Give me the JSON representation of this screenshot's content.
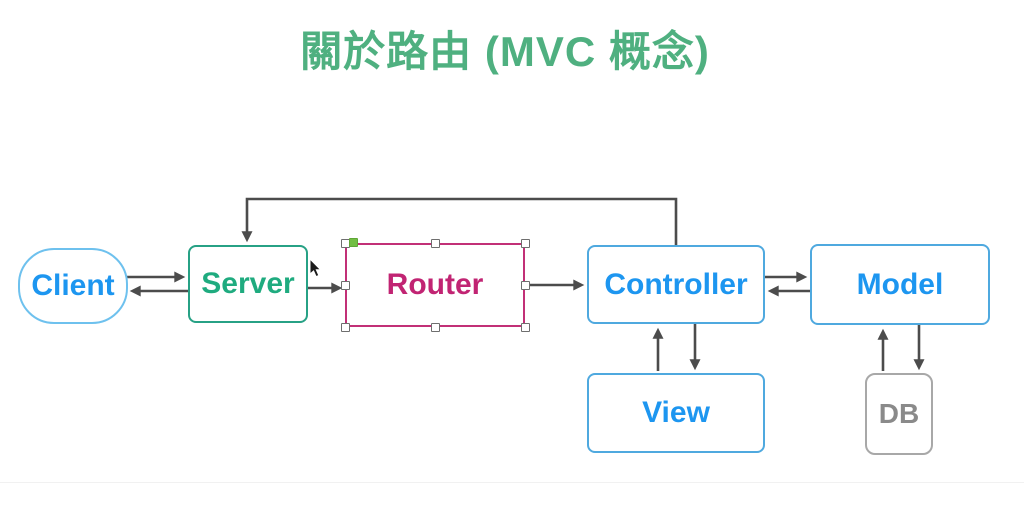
{
  "title": {
    "text": "關於路由 (MVC 概念)",
    "color": "#4FB080"
  },
  "nodes": {
    "client": {
      "label": "Client",
      "shape": "ellipse",
      "text_color": "#1D96F0",
      "border_color": "#6EC1EE"
    },
    "server": {
      "label": "Server",
      "shape": "rect",
      "text_color": "#1FAB7F",
      "border_color": "#27A185"
    },
    "router": {
      "label": "Router",
      "shape": "rect",
      "text_color": "#C12473",
      "border_color": "#C23077",
      "selected": true
    },
    "controller": {
      "label": "Controller",
      "shape": "rect",
      "text_color": "#1D96F0",
      "border_color": "#4FA9DF"
    },
    "model": {
      "label": "Model",
      "shape": "rect",
      "text_color": "#1D96F0",
      "border_color": "#4FA9DF"
    },
    "view": {
      "label": "View",
      "shape": "rect",
      "text_color": "#1D96F0",
      "border_color": "#4FA9DF"
    },
    "db": {
      "label": "DB",
      "shape": "rect",
      "text_color": "#8A8A8A",
      "border_color": "#A8A8A8"
    }
  },
  "edges": [
    {
      "from": "client",
      "to": "server"
    },
    {
      "from": "server",
      "to": "client"
    },
    {
      "from": "server",
      "to": "router"
    },
    {
      "from": "router",
      "to": "controller"
    },
    {
      "from": "controller",
      "to": "model"
    },
    {
      "from": "model",
      "to": "controller"
    },
    {
      "from": "view",
      "to": "controller"
    },
    {
      "from": "controller",
      "to": "view"
    },
    {
      "from": "db",
      "to": "model"
    },
    {
      "from": "model",
      "to": "db"
    },
    {
      "from": "controller",
      "to": "server",
      "note": "top feedback loop"
    }
  ],
  "arrow_color": "#4C4C4C",
  "selection": {
    "handle_fill": "#ffffff",
    "handle_green": "#72BE44"
  }
}
